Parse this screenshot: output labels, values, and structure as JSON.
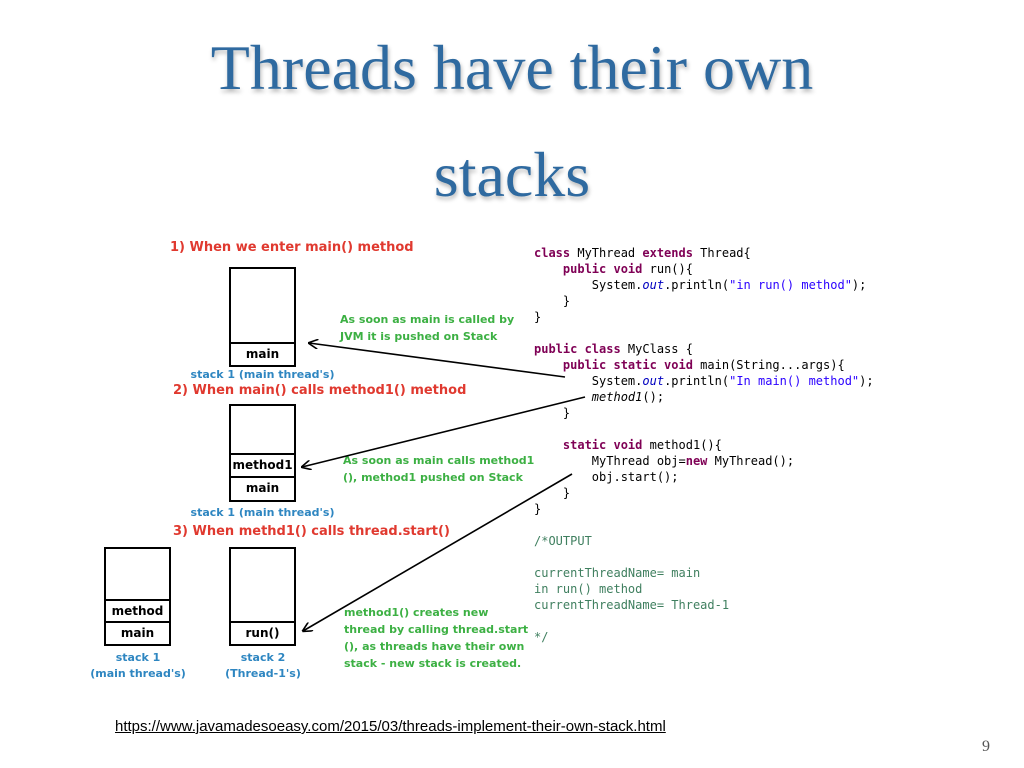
{
  "slide": {
    "title_line1": "Threads have their own",
    "title_line2": "stacks",
    "page_number": "9",
    "source_url": "https://www.javamadesoeasy.com/2015/03/threads-implement-their-own-stack.html"
  },
  "diagram": {
    "step1": {
      "heading": "1) When we enter main() method",
      "frames": [
        "main"
      ],
      "stack_label": "stack 1 (main thread's)",
      "note": [
        "As soon as main is called by",
        "JVM it is pushed on Stack"
      ]
    },
    "step2": {
      "heading": "2) When main() calls method1() method",
      "frames": [
        "method1",
        "main"
      ],
      "stack_label": "stack 1 (main thread's)",
      "note": [
        "As soon as main calls method1",
        "(), method1  pushed on Stack"
      ]
    },
    "step3": {
      "heading": "3) When methd1() calls thread.start()",
      "main_stack_frames": [
        "method",
        "main"
      ],
      "main_stack_label": [
        "stack 1",
        "(main thread's)"
      ],
      "thread_stack_frames": [
        "run()"
      ],
      "thread_stack_label": [
        "stack 2",
        "(Thread-1's)"
      ],
      "note": [
        "method1() creates new",
        "thread by calling thread.start",
        "(), as threads have their own",
        "stack - new stack is created."
      ]
    }
  },
  "code": {
    "lines": [
      "class MyThread extends Thread{",
      "    public void run(){",
      "        System.out.println(\"in run() method\");",
      "    }",
      "}",
      "",
      "public class MyClass {",
      "    public static void main(String...args){",
      "        System.out.println(\"In main() method\");",
      "        method1();",
      "    }",
      "",
      "    static void method1(){",
      "        MyThread obj=new MyThread();",
      "        obj.start();",
      "    }",
      "}",
      "",
      "/*OUTPUT",
      "",
      "currentThreadName= main",
      "in run() method",
      "currentThreadName= Thread-1",
      "",
      "*/"
    ]
  }
}
